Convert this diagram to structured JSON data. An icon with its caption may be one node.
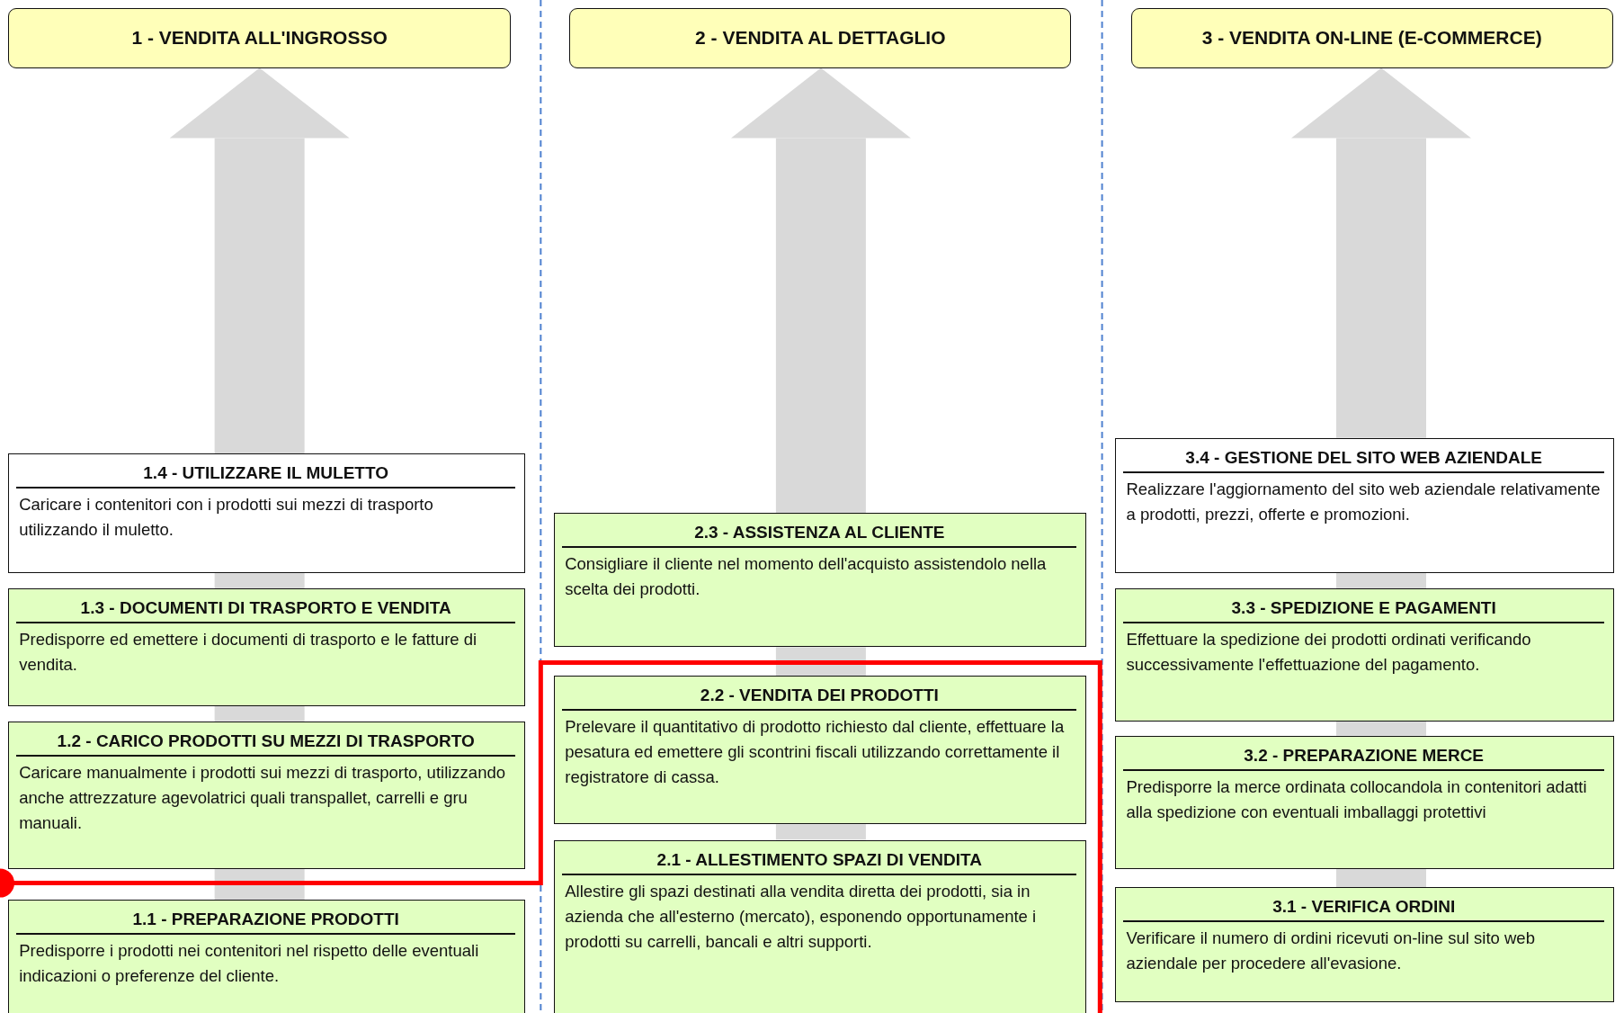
{
  "diagram": {
    "nodes": [
      {
        "text": [
          "1 - VENDITA ALL'INGROSSO"
        ]
      },
      {
        "text": [
          "2 - VENDITA AL DETTAGLIO"
        ]
      },
      {
        "text": [
          "3 - VENDITA ON-LINE (E-COMMERCE)"
        ]
      },
      {
        "text": [
          "1.4 - UTILIZZARE IL MULETTO",
          "Caricare i contenitori con i prodotti sui mezzi di trasporto utilizzando il muletto."
        ]
      },
      {
        "text": [
          "1.3 - DOCUMENTI DI TRASPORTO E VENDITA",
          "Predisporre ed emettere i documenti di trasporto e le fatture di vendita."
        ]
      },
      {
        "text": [
          "1.2 - CARICO PRODOTTI SU MEZZI DI TRASPORTO",
          "Caricare manualmente i prodotti sui mezzi di trasporto, utilizzando anche attrezzature agevolatrici quali transpallet, carrelli e gru manuali."
        ]
      },
      {
        "text": [
          "1.1 - PREPARAZIONE PRODOTTI",
          "Predisporre i prodotti nei contenitori nel rispetto delle eventuali indicazioni o preferenze del cliente."
        ]
      },
      {
        "text": [
          "2.3 - ASSISTENZA AL CLIENTE",
          "Consigliare il cliente nel momento dell'acquisto assistendolo nella scelta dei prodotti."
        ]
      },
      {
        "text": [
          "2.2 - VENDITA DEI PRODOTTI",
          "Prelevare il quantitativo di prodotto richiesto dal cliente, effettuare la pesatura ed emettere gli scontrini fiscali utilizzando correttamente il registratore di cassa."
        ]
      },
      {
        "text": [
          "2.1 - ALLESTIMENTO SPAZI DI VENDITA",
          "Allestire gli spazi destinati alla vendita diretta dei prodotti, sia in azienda che all'esterno (mercato), esponendo opportunamente i prodotti su carrelli, bancali e altri supporti."
        ]
      },
      {
        "text": [
          "3.4 - GESTIONE DEL SITO WEB AZIENDALE",
          "Realizzare l'aggiornamento del sito web aziendale relativamente a prodotti, prezzi, offerte e promozioni."
        ]
      },
      {
        "text": [
          "3.3 - SPEDIZIONE E PAGAMENTI",
          "Effettuare la spedizione dei prodotti ordinati verificando successivamente l'effettuazione del pagamento."
        ]
      },
      {
        "text": [
          "3.2 - PREPARAZIONE MERCE",
          "Predisporre la merce ordinata collocandola in contenitori adatti alla spedizione con eventuali imballaggi protettivi"
        ]
      },
      {
        "text": [
          "3.1 - VERIFICA ORDINI",
          "Verificare il numero di ordini ricevuti on-line sul sito web aziendale per procedere all'evasione."
        ]
      }
    ],
    "edges": [
      {
        "from": 6,
        "to": 5,
        "arrow": "none"
      },
      {
        "from": 5,
        "to": 4,
        "arrow": "none"
      },
      {
        "from": 4,
        "to": 3,
        "arrow": "none"
      },
      {
        "from": 3,
        "to": 0,
        "arrow": "to"
      },
      {
        "from": 9,
        "to": 8,
        "arrow": "none"
      },
      {
        "from": 8,
        "to": 7,
        "arrow": "none"
      },
      {
        "from": 7,
        "to": 1,
        "arrow": "to"
      },
      {
        "from": 13,
        "to": 12,
        "arrow": "none"
      },
      {
        "from": 12,
        "to": 11,
        "arrow": "none"
      },
      {
        "from": 11,
        "to": 10,
        "arrow": "none"
      },
      {
        "from": 10,
        "to": 2,
        "arrow": "to"
      }
    ]
  }
}
